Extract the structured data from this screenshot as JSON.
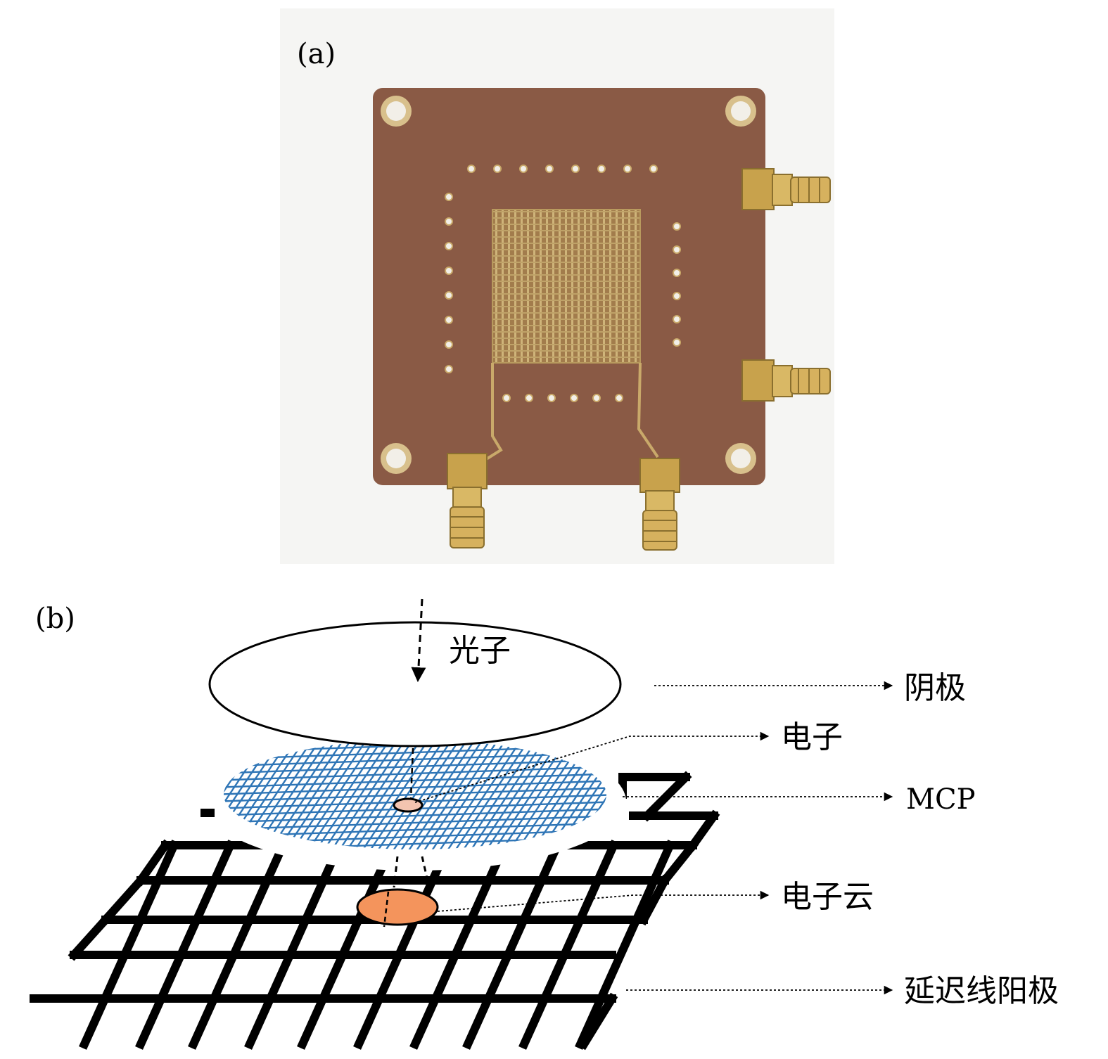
{
  "panel_a": {
    "label": "(a)",
    "colors": {
      "photo_bg": "#f5f5f3",
      "board": "#8a5a45",
      "copper": "#c9a96a",
      "hole": "#f2efe8",
      "connector": "#c8a24c"
    }
  },
  "panel_b": {
    "label": "(b)",
    "labels": {
      "photon": "光子",
      "cathode": "阴极",
      "electron": "电子",
      "mcp": "MCP",
      "electron_cloud": "电子云",
      "delay_line_anode": "延迟线阳极"
    },
    "colors": {
      "mcp_mesh": "#2e75b6",
      "electron_cloud": "#f4945c",
      "grid": "#000000"
    }
  }
}
